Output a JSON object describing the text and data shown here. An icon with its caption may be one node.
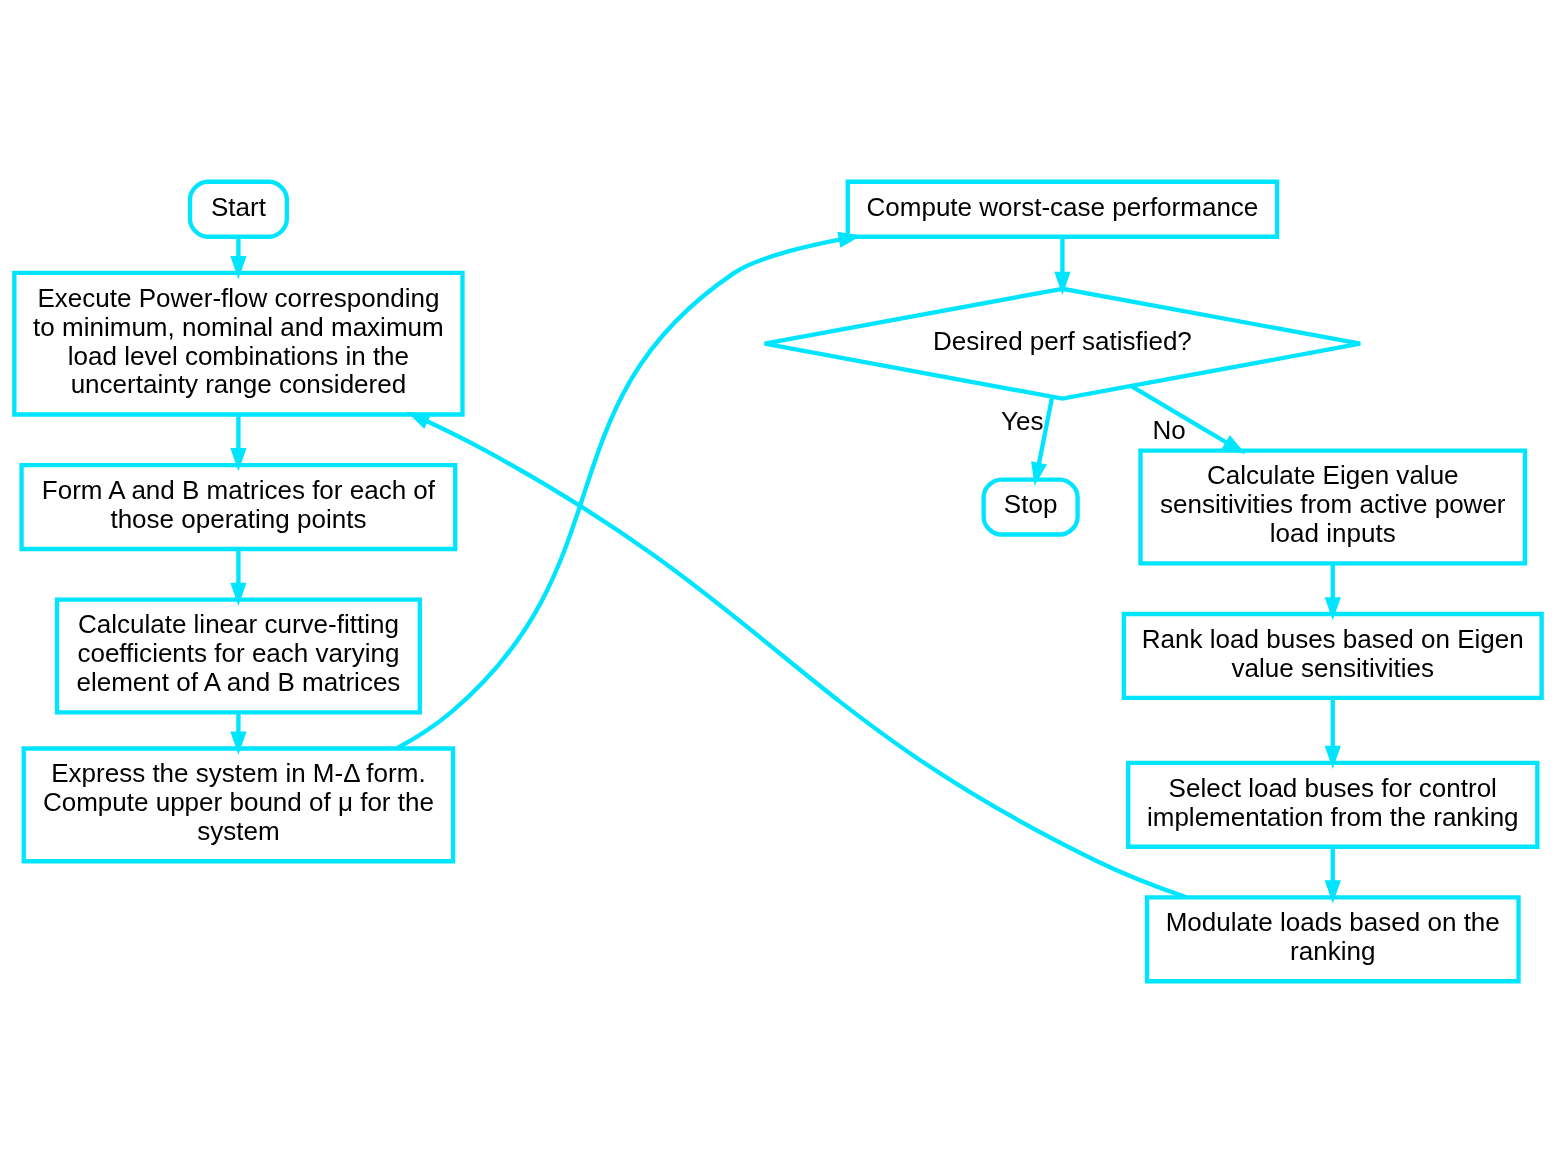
{
  "diagram": {
    "nodes": [
      {
        "text": [
          "Start"
        ]
      },
      {
        "text": [
          "Execute Power-flow corresponding to minimum, nominal and maximum load level combinations in the uncertainty range considered"
        ]
      },
      {
        "text": [
          "Form A and B matrices for each of those operating points"
        ]
      },
      {
        "text": [
          "Calculate linear curve-fitting coefficients for each varying element of A and B matrices"
        ]
      },
      {
        "text": [
          "Express the system in M-Δ form. Compute upper bound of μ for the system"
        ]
      },
      {
        "text": [
          "Compute worst-case performance"
        ]
      },
      {
        "text": [
          "Desired perf satisfied?"
        ]
      },
      {
        "text": [
          "Stop"
        ]
      },
      {
        "text": [
          "Calculate Eigen value sensitivities from active power load inputs"
        ]
      },
      {
        "text": [
          "Rank load buses based on Eigen value sensitivities"
        ]
      },
      {
        "text": [
          "Select load buses for control implementation from the ranking"
        ]
      },
      {
        "text": [
          "Modulate loads based on the ranking"
        ]
      }
    ],
    "edges": [
      {
        "from": 0,
        "to": 1,
        "arrow": "to"
      },
      {
        "from": 1,
        "to": 2,
        "arrow": "to"
      },
      {
        "from": 2,
        "to": 3,
        "arrow": "to"
      },
      {
        "from": 3,
        "to": 4,
        "arrow": "to"
      },
      {
        "from": 4,
        "to": 5,
        "arrow": "to"
      },
      {
        "from": 5,
        "to": 6,
        "arrow": "to"
      },
      {
        "from": 6,
        "to": 7,
        "arrow": "to",
        "label": "Yes"
      },
      {
        "from": 6,
        "to": 8,
        "arrow": "to",
        "label": "No"
      },
      {
        "from": 8,
        "to": 9,
        "arrow": "to"
      },
      {
        "from": 9,
        "to": 10,
        "arrow": "to"
      },
      {
        "from": 10,
        "to": 11,
        "arrow": "to"
      },
      {
        "from": 11,
        "to": 1,
        "arrow": "to"
      }
    ]
  }
}
